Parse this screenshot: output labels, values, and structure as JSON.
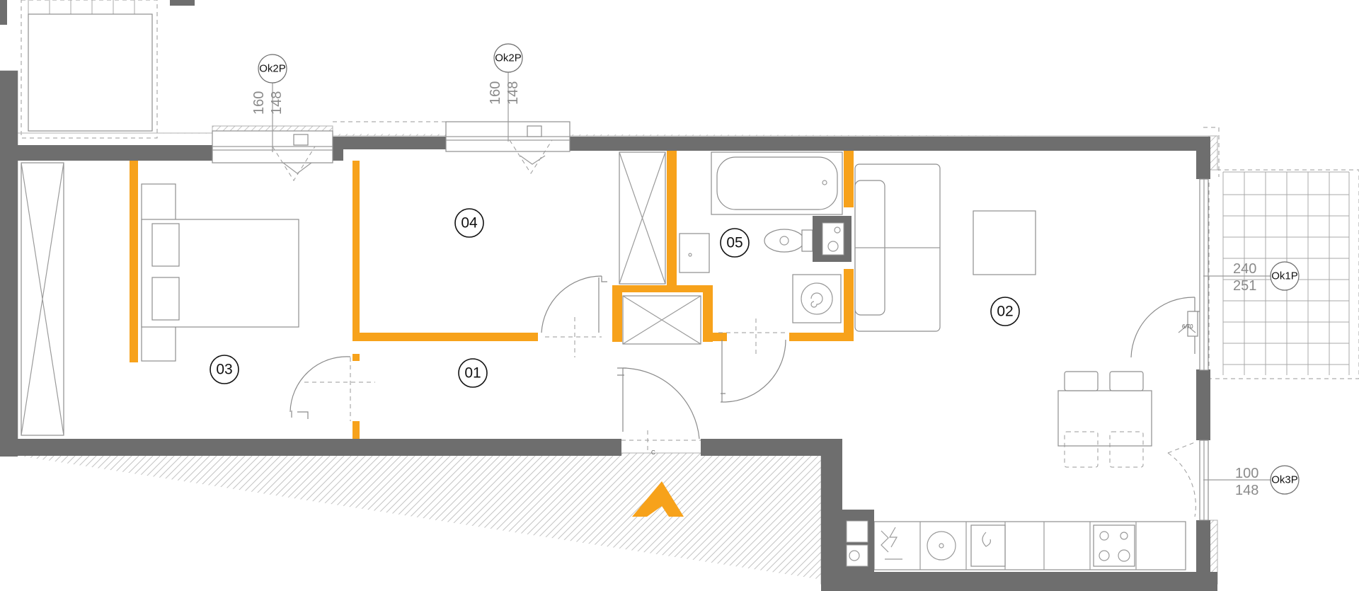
{
  "rooms": [
    {
      "id": "01",
      "label": "01"
    },
    {
      "id": "02",
      "label": "02"
    },
    {
      "id": "03",
      "label": "03"
    },
    {
      "id": "04",
      "label": "04"
    },
    {
      "id": "05",
      "label": "05"
    }
  ],
  "windows": [
    {
      "id": "top-left",
      "label": "Ok2P",
      "dim_top": "160",
      "dim_bottom": "148"
    },
    {
      "id": "top-middle",
      "label": "Ok2P",
      "dim_top": "160",
      "dim_bottom": "148"
    },
    {
      "id": "right-upper",
      "label": "Ok1P",
      "dim_top": "240",
      "dim_bottom": "251"
    },
    {
      "id": "right-lower",
      "label": "Ok3P",
      "dim_top": "100",
      "dim_bottom": "148"
    }
  ],
  "colors": {
    "walls": "#6e6e6e",
    "partitions": "#f7a21b",
    "entry_arrow": "#f7a21b"
  },
  "icons": [
    "entrance-arrow-icon",
    "bathtub-icon",
    "toilet-icon",
    "washing-machine-icon",
    "sink-icon",
    "cooktop-icon",
    "bed-icon",
    "dining-table-icon",
    "sofa-icon"
  ]
}
